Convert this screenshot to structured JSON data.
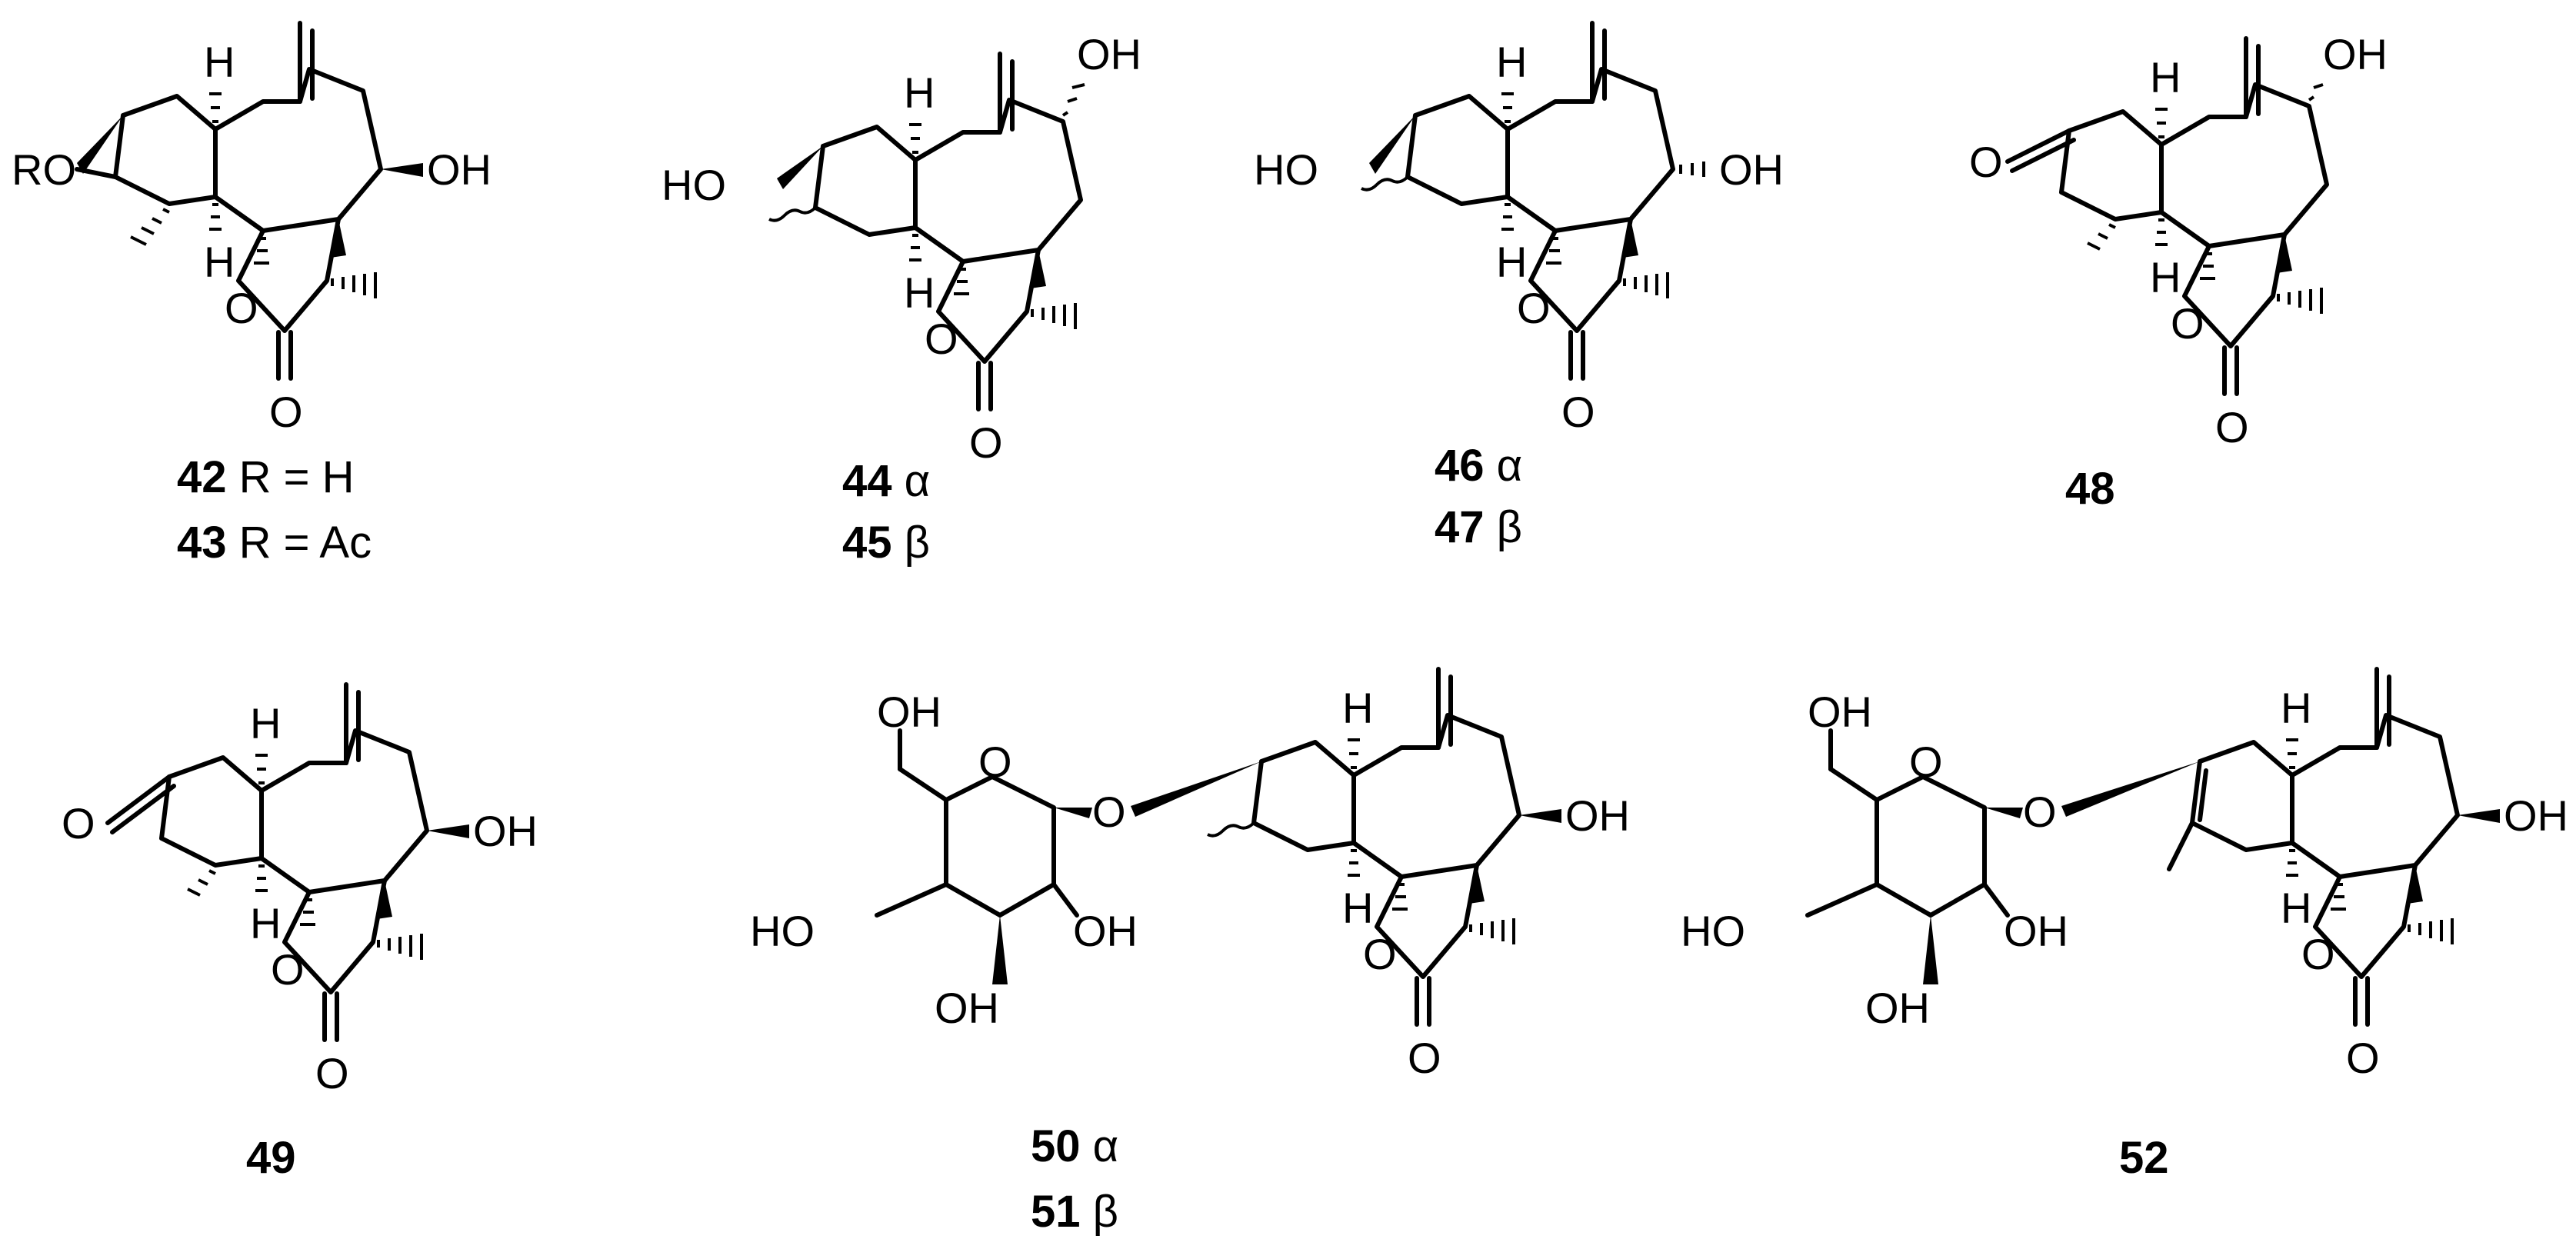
{
  "atoms": {
    "H": "H",
    "O": "O",
    "OH": "OH",
    "HO": "HO",
    "RO": "RO"
  },
  "compounds": {
    "c42": {
      "num": "42",
      "text": " R = H"
    },
    "c43": {
      "num": "43",
      "text": " R = Ac"
    },
    "c44": {
      "num": "44",
      "text": " α"
    },
    "c45": {
      "num": "45",
      "text": " β"
    },
    "c46": {
      "num": "46",
      "text": " α"
    },
    "c47": {
      "num": "47",
      "text": " β"
    },
    "c48": {
      "num": "48"
    },
    "c49": {
      "num": "49"
    },
    "c50": {
      "num": "50",
      "text": " α"
    },
    "c51": {
      "num": "51",
      "text": " β"
    },
    "c52": {
      "num": "52"
    }
  }
}
